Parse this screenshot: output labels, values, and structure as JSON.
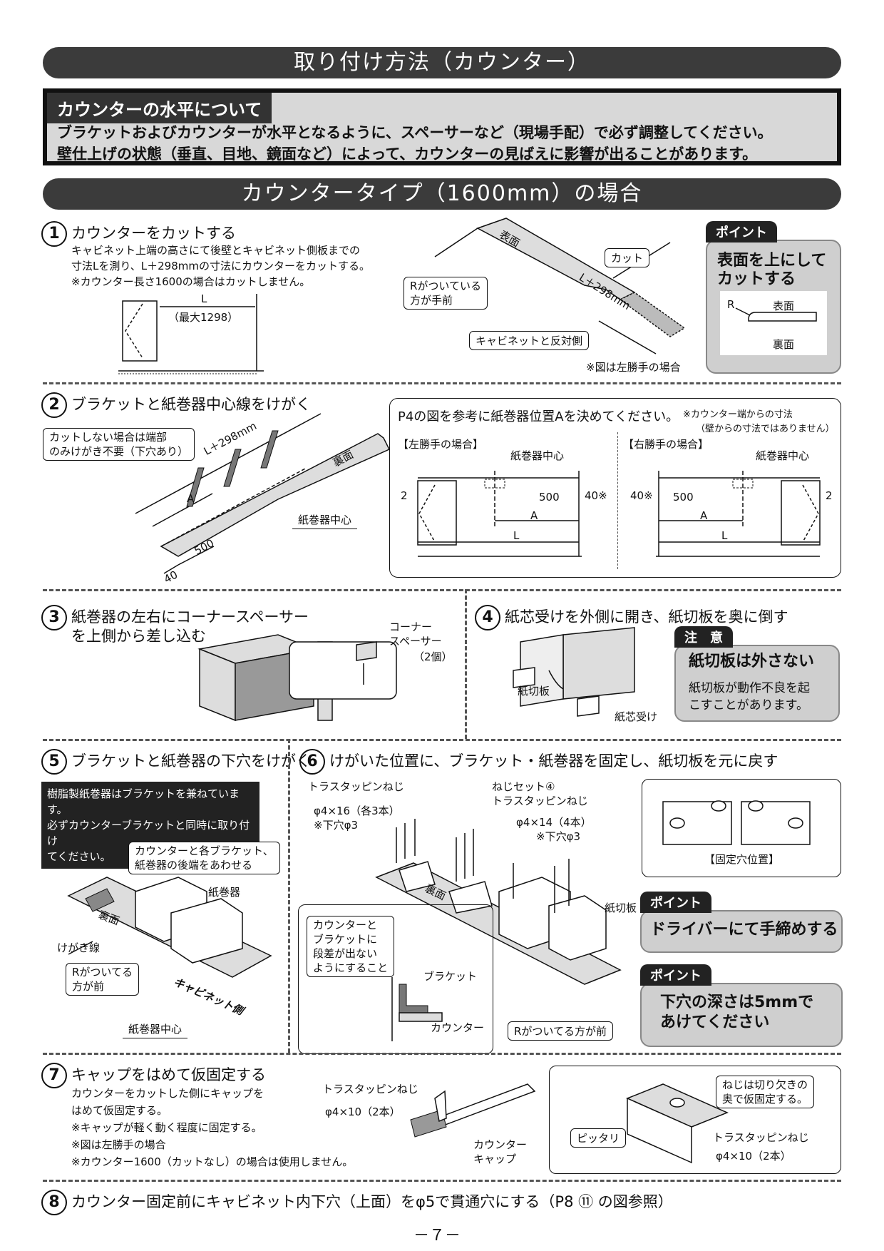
{
  "title": "取り付け方法（カウンター）",
  "notice": {
    "heading": "カウンターの水平について",
    "line1": "ブラケットおよびカウンターが水平となるように、スペーサーなど（現場手配）で必ず調整してください。",
    "line2": "壁仕上げの状態（垂直、目地、鏡面など）によって、カウンターの見ばえに影響が出ることがあります。"
  },
  "section_title": "カウンタータイプ（1600mm）の場合",
  "step1": {
    "num": "1",
    "title": "カウンターをカットする",
    "desc1": "キャビネット上端の高さにて後壁とキャビネット側板までの",
    "desc2": "寸法Lを測り、L＋298mmの寸法にカウンターをカットする。",
    "desc3": "※カウンター長さ1600の場合はカットしません。",
    "dim_L": "L",
    "dim_max": "（最大1298）",
    "r_label": "Rがついている\n方が手前",
    "omote": "表面",
    "cut": "カット",
    "dim_len": "L＋298mm",
    "opposite": "キャビネットと反対側",
    "note": "※図は左勝手の場合",
    "point_tag": "ポイント",
    "point_text1": "表面を上にして",
    "point_text2": "カットする",
    "pt_r": "R",
    "pt_omote": "表面",
    "pt_ura": "裏面"
  },
  "step2": {
    "num": "2",
    "title": "ブラケットと紙巻器中心線をけがく",
    "nocut1": "カットしない場合は端部",
    "nocut2": "のみけがき不要（下穴あり）",
    "dim_len": "L＋298mm",
    "dim_A": "A",
    "dim_500": "500",
    "dim_40": "40",
    "ura": "裏面",
    "center": "紙巻器中心",
    "ref_title": "P4の図を参考に紙巻器位置Aを決めてください。",
    "ref_note1": "※カウンター端からの寸法",
    "ref_note2": "（壁からの寸法ではありません）",
    "left_case": "【左勝手の場合】",
    "right_case": "【右勝手の場合】",
    "center_l": "紙巻器中心",
    "center_r": "紙巻器中心",
    "d2": "2",
    "d500": "500",
    "d40": "40※",
    "dA": "A",
    "dL": "L"
  },
  "step3": {
    "num": "3",
    "title1": "紙巻器の左右にコーナースペーサー",
    "title2": "を上側から差し込む",
    "spacer1": "コーナー",
    "spacer2": "スペーサー",
    "spacer3": "（2個）"
  },
  "step4": {
    "num": "4",
    "title": "紙芯受けを外側に開き、紙切板を奥に倒す",
    "kamikiri": "紙切板",
    "shinuke": "紙芯受け",
    "caution_tag": "注　意",
    "caution_head": "紙切板は外さない",
    "caution_body1": "紙切板が動作不良を起",
    "caution_body2": "こすことがあります。"
  },
  "step5": {
    "num": "5",
    "title": "ブラケットと紙巻器の下穴をけがく",
    "warn1": "樹脂製紙巻器はブラケットを兼ねています。",
    "warn2": "必ずカウンターブラケットと同時に取り付け",
    "warn3": "てください。",
    "align1": "カウンターと各ブラケット、",
    "align2": "紙巻器の後端をあわせる",
    "kamimaki": "紙巻器",
    "kegaki": "けがき線",
    "rfront1": "Rがついてる",
    "rfront2": "方が前",
    "cabinet_side": "キャビネット側",
    "center": "紙巻器中心",
    "ura": "裏面"
  },
  "step6": {
    "num": "6",
    "title": "けがいた位置に、ブラケット・紙巻器を固定し、紙切板を元に戻す",
    "screw1_name": "トラスタッピンねじ",
    "screw1_spec": "φ4×16（各3本）",
    "screw1_hole": "※下穴φ3",
    "screw2_set": "ねじセット④",
    "screw2_name": "トラスタッピンねじ",
    "screw2_spec": "φ4×14（4本）",
    "screw2_hole": "※下穴φ3",
    "kamikiri": "紙切板",
    "fixed_holes": "【固定穴位置】",
    "nostep1": "カウンターと",
    "nostep2": "ブラケットに",
    "nostep3": "段差が出ない",
    "nostep4": "ようにすること",
    "bracket": "ブラケット",
    "counter": "カウンター",
    "rfront": "Rがついてる方が前",
    "ura": "裏面",
    "point1_tag": "ポイント",
    "point1_text": "ドライバーにて手締めする",
    "point2_tag": "ポイント",
    "point2_text1": "下穴の深さは5mmで",
    "point2_text2": "あけてください"
  },
  "step7": {
    "num": "7",
    "title": "キャップをはめて仮固定する",
    "desc1": "カウンターをカットした側にキャップを",
    "desc2": "はめて仮固定する。",
    "desc3": "※キャップが軽く動く程度に固定する。",
    "desc4": "※図は左勝手の場合",
    "desc5": "※カウンター1600（カットなし）の場合は使用しません。",
    "screw_name": "トラスタッピンねじ",
    "screw_spec": "φ4×10（2本）",
    "cap1": "カウンター",
    "cap2": "キャップ",
    "tip1": "ねじは切り欠きの",
    "tip2": "奥で仮固定する。",
    "fit": "ピッタリ",
    "screw_name2": "トラスタッピンねじ",
    "screw_spec2": "φ4×10（2本）"
  },
  "step8": {
    "num": "8",
    "title": "カウンター固定前にキャビネット内下穴（上面）をφ5で貫通穴にする（P8 ⑪ の図参照）"
  },
  "page_number": "－７－"
}
